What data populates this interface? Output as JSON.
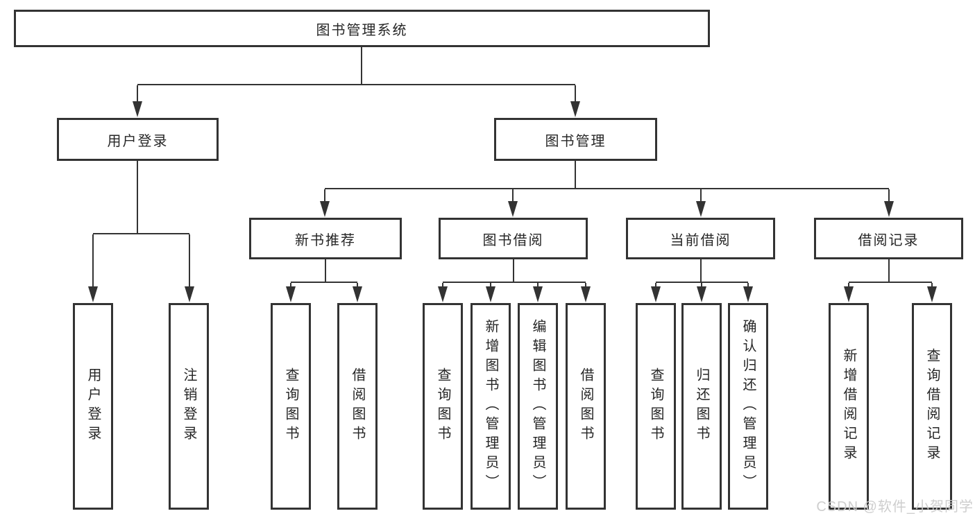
{
  "colors": {
    "background": "#ffffff",
    "line": "#333333",
    "box_border": "#333333",
    "text": "#262626",
    "watermark": "#cbcbcb"
  },
  "tree": {
    "root": "图书管理系统",
    "branches": [
      {
        "label": "用户登录",
        "leaves": [
          "用户登录",
          "注销登录"
        ]
      },
      {
        "label": "图书管理",
        "groups": [
          {
            "label": "新书推荐",
            "leaves": [
              "查询图书",
              "借阅图书"
            ]
          },
          {
            "label": "图书借阅",
            "leaves": [
              "查询图书",
              "新增图书（管理员）",
              "编辑图书（管理员）",
              "借阅图书"
            ]
          },
          {
            "label": "当前借阅",
            "leaves": [
              "查询图书",
              "归还图书",
              "确认归还（管理员）"
            ]
          },
          {
            "label": "借阅记录",
            "leaves": [
              "新增借阅记录",
              "查询借阅记录"
            ]
          }
        ]
      }
    ]
  },
  "watermark": {
    "text": "CSDN @软件_小贺同学"
  }
}
